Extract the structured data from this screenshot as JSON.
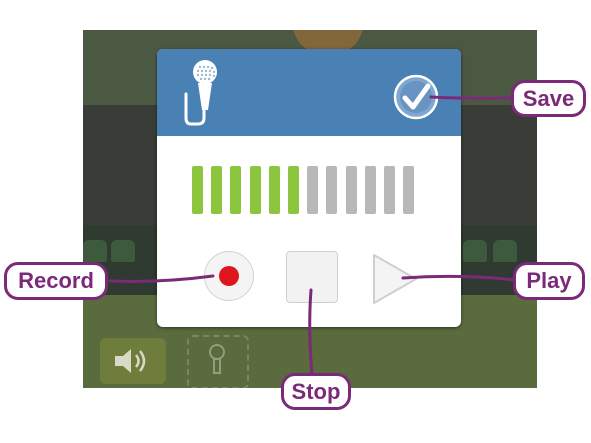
{
  "dialog": {
    "title_icon": "microphone-icon",
    "save_icon": "checkmark-icon"
  },
  "level_meter": {
    "total_segments": 12,
    "active_segments": 6,
    "active_color": "#8cc63f",
    "inactive_color": "#b8b8b8"
  },
  "controls": {
    "record_icon": "record-icon",
    "stop_icon": "stop-icon",
    "play_icon": "play-icon",
    "record_color": "#e0161d"
  },
  "callouts": {
    "save": "Save",
    "record": "Record",
    "play": "Play",
    "stop": "Stop"
  },
  "background": {
    "speaker_tile_icon": "speaker-icon",
    "mic_tile_icon": "microphone-icon"
  },
  "colors": {
    "header": "#4a81b5",
    "callout": "#7b2a7a"
  }
}
